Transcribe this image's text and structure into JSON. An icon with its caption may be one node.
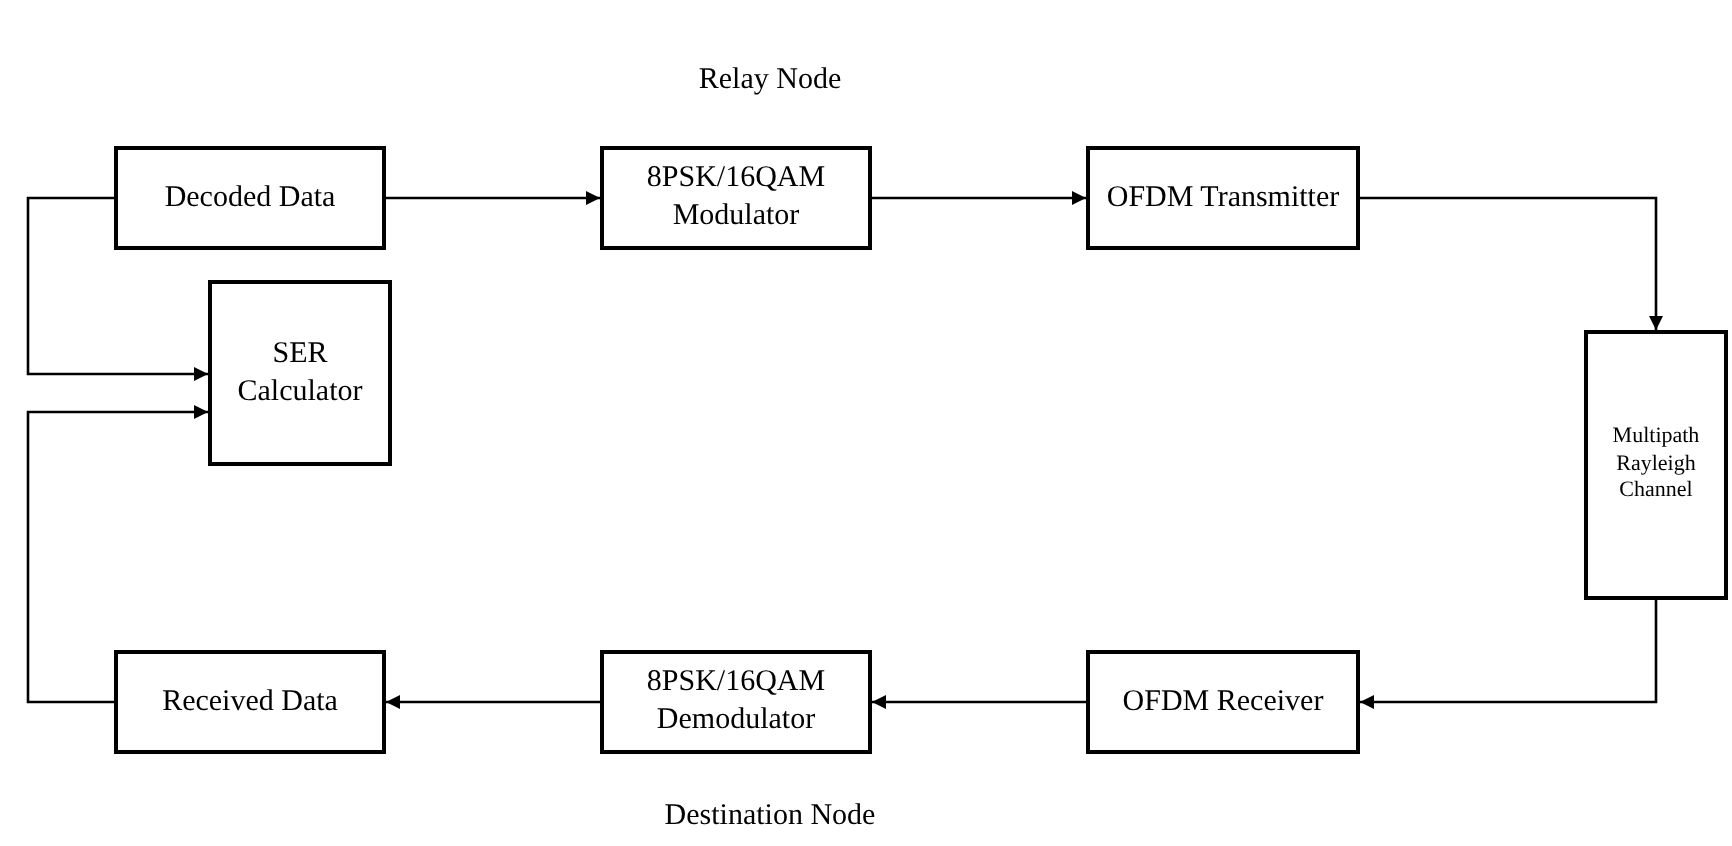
{
  "diagram": {
    "nodes": [
      {
        "text": [
          "Decoded Data"
        ]
      },
      {
        "text": [
          "8PSK/16QAM Modulator"
        ]
      },
      {
        "text": [
          "OFDM Transmitter"
        ]
      },
      {
        "text": [
          "SER Calculator"
        ]
      },
      {
        "text": [
          "Multipath Rayleigh Channel"
        ]
      },
      {
        "text": [
          "Received Data"
        ]
      },
      {
        "text": [
          "8PSK/16QAM Demodulator"
        ]
      },
      {
        "text": [
          "OFDM Receiver"
        ]
      }
    ],
    "edges": [
      {
        "from": 0,
        "to": 1,
        "arrow": "to"
      },
      {
        "from": 1,
        "to": 2,
        "arrow": "to"
      },
      {
        "from": 2,
        "to": 4,
        "arrow": "to"
      },
      {
        "from": 4,
        "to": 7,
        "arrow": "to"
      },
      {
        "from": 7,
        "to": 6,
        "arrow": "to"
      },
      {
        "from": 6,
        "to": 5,
        "arrow": "to"
      },
      {
        "from": 0,
        "to": 3,
        "arrow": "to"
      },
      {
        "from": 5,
        "to": 3,
        "arrow": "to"
      }
    ],
    "labels": [
      "Relay Node",
      "Destination Node"
    ]
  }
}
